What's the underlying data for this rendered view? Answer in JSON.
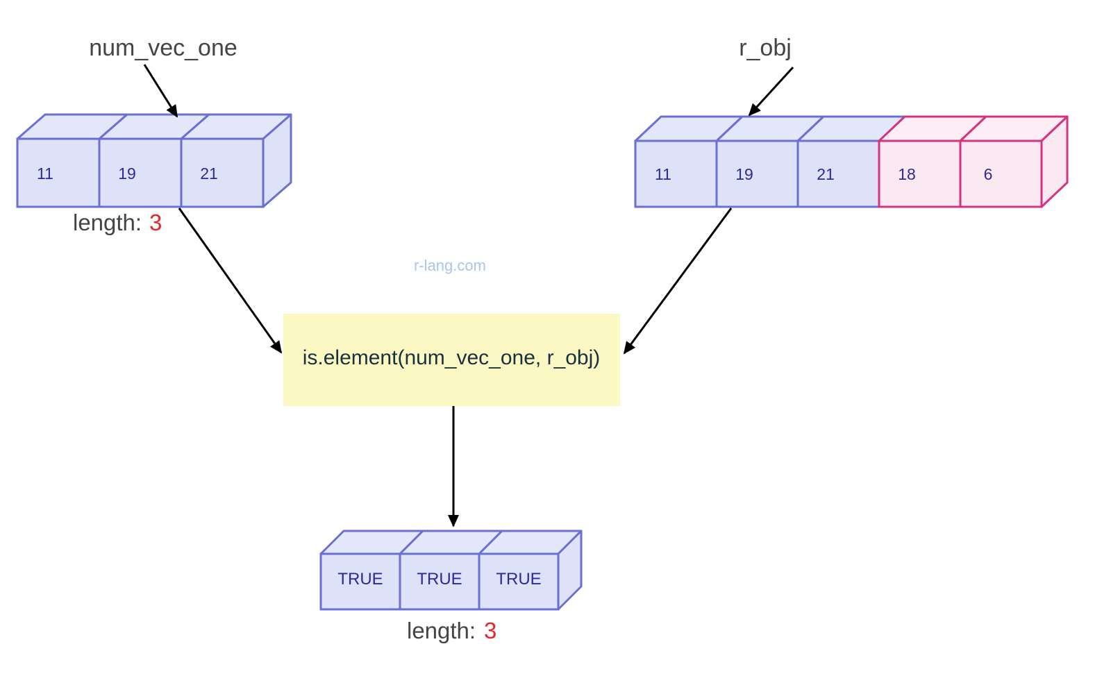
{
  "diagram": {
    "watermark": "r-lang.com",
    "function_box": {
      "text": "is.element(num_vec_one, r_obj)",
      "fill_color": "#fcf8c4",
      "text_color": "#17313d"
    },
    "colors": {
      "blue_fill": "#dde2f8",
      "blue_top_fill": "#e3e7fa",
      "blue_side_fill": "#dde2f8",
      "blue_stroke": "#6b6fd4",
      "pink_fill": "#fbe9f2",
      "pink_top_fill": "#fceef4",
      "pink_stroke": "#d6337f",
      "value_text": "#2a2a9c",
      "label_text": "#444444",
      "length_number": "#e8242b",
      "arrow": "#000000",
      "watermark": "#a8c6e8"
    },
    "vectors": [
      {
        "id": "num-vec-one",
        "label": "num_vec_one",
        "length_label_word": "length:",
        "length_label_value": "3",
        "cells": [
          {
            "value": "11",
            "color": "blue"
          },
          {
            "value": "19",
            "color": "blue"
          },
          {
            "value": "21",
            "color": "blue"
          }
        ]
      },
      {
        "id": "r-obj",
        "label": "r_obj",
        "length_label_word": "",
        "length_label_value": "",
        "cells": [
          {
            "value": "11",
            "color": "blue"
          },
          {
            "value": "19",
            "color": "blue"
          },
          {
            "value": "21",
            "color": "blue"
          },
          {
            "value": "18",
            "color": "pink"
          },
          {
            "value": "6",
            "color": "pink"
          }
        ]
      },
      {
        "id": "result",
        "label": "",
        "length_label_word": "length:",
        "length_label_value": "3",
        "cells": [
          {
            "value": "TRUE",
            "color": "blue"
          },
          {
            "value": "TRUE",
            "color": "blue"
          },
          {
            "value": "TRUE",
            "color": "blue"
          }
        ]
      }
    ],
    "arrows": [
      {
        "name": "arrow-label-to-num-vec-one",
        "from": "num_vec_one",
        "to": "num_vec_one vector"
      },
      {
        "name": "arrow-label-to-r-obj",
        "from": "r_obj",
        "to": "r_obj vector"
      },
      {
        "name": "arrow-num-vec-one-to-function",
        "from": "num_vec_one vector",
        "to": "is.element(num_vec_one, r_obj)"
      },
      {
        "name": "arrow-r-obj-to-function",
        "from": "r_obj vector",
        "to": "is.element(num_vec_one, r_obj)"
      },
      {
        "name": "arrow-function-to-result",
        "from": "is.element(num_vec_one, r_obj)",
        "to": "result vector"
      }
    ]
  }
}
